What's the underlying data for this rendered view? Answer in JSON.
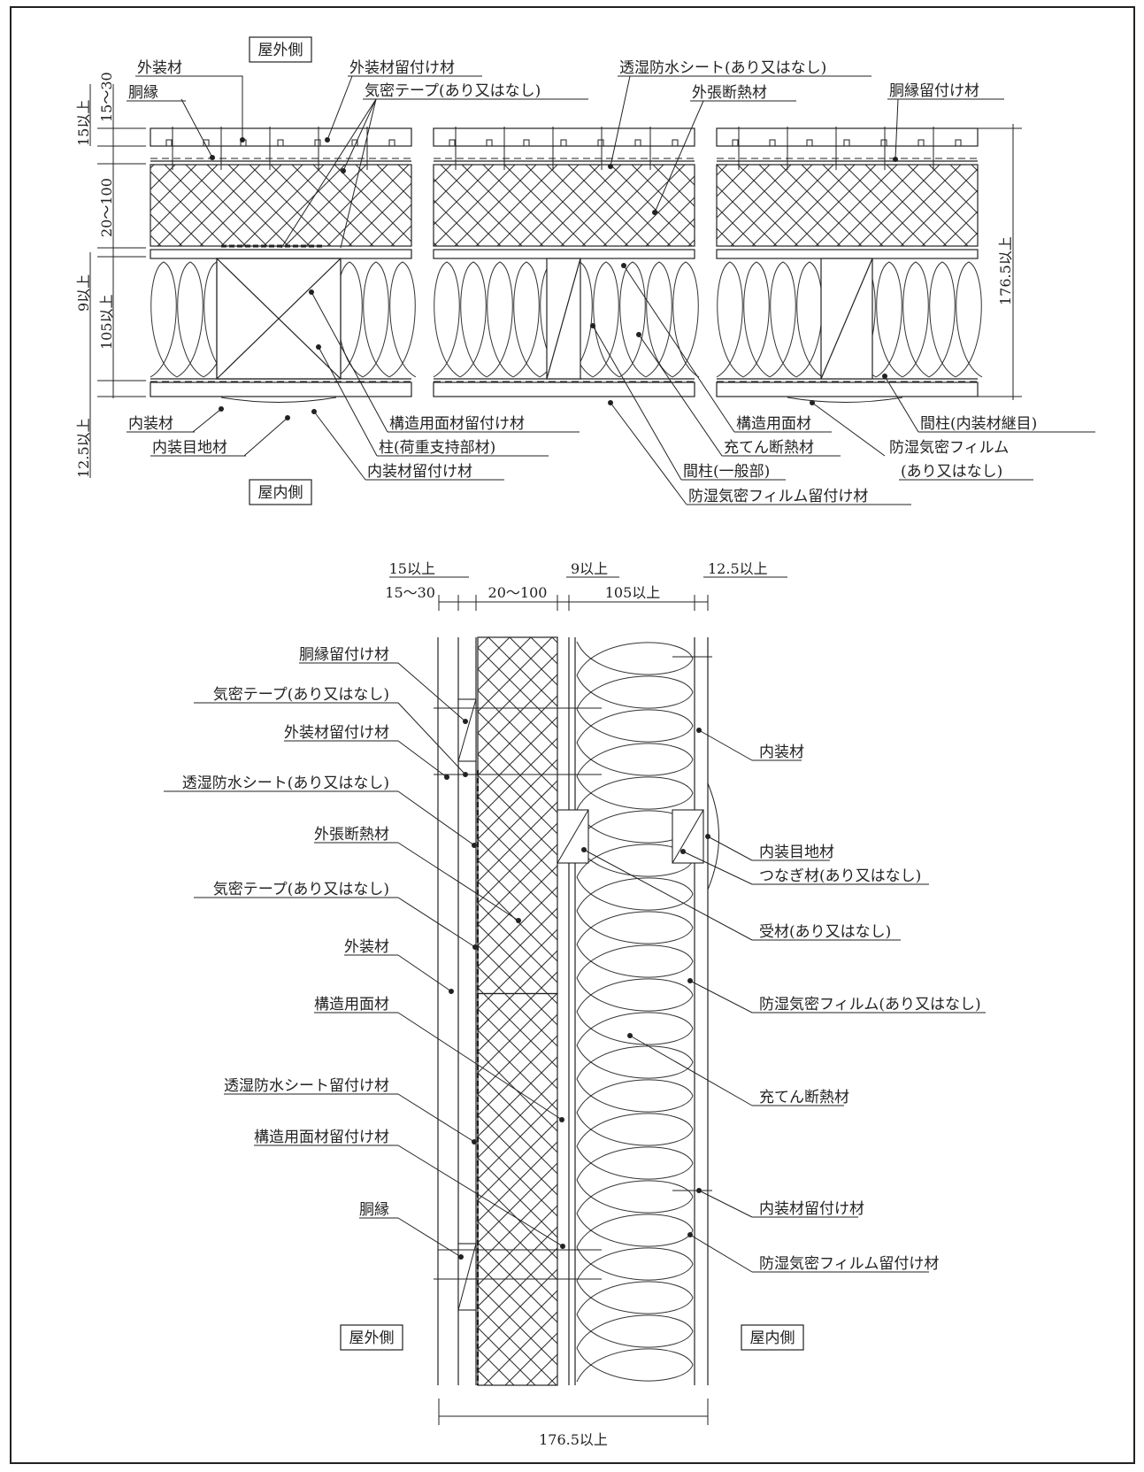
{
  "top": {
    "outdoor": "屋外側",
    "indoor": "屋内側",
    "dims_left": [
      "15以上",
      "15～30",
      "20～100",
      "9以上",
      "105以上",
      "12.5以上"
    ],
    "dim_right": "176.5以上",
    "labels": {
      "exterior": "外装材",
      "furring": "胴縁",
      "ext_fastener": "外装材留付け材",
      "air_tape": "気密テープ(あり又はなし)",
      "wrb": "透湿防水シート(あり又はなし)",
      "ext_insulation": "外張断熱材",
      "furring_fastener": "胴縁留付け材",
      "interior": "内装材",
      "joint": "内装目地材",
      "panel_fastener": "構造用面材留付け材",
      "column": "柱(荷重支持部材)",
      "int_fastener": "内装材留付け材",
      "structural_panel": "構造用面材",
      "cavity_insulation": "充てん断熱材",
      "stud": "間柱(一般部)",
      "vapor_film_fastener": "防湿気密フィルム留付け材",
      "stud_joint": "間柱(内装材継目)",
      "vapor_film_1": "防湿気密フィルム",
      "vapor_film_2": "(あり又はなし)"
    }
  },
  "bottom": {
    "dims_top": [
      "15以上",
      "15～30",
      "20～100",
      "9以上",
      "105以上",
      "12.5以上"
    ],
    "dim_bottom": "176.5以上",
    "outdoor": "屋外側",
    "indoor": "屋内側",
    "left_labels": [
      "胴縁留付け材",
      "気密テープ(あり又はなし)",
      "外装材留付け材",
      "透湿防水シート(あり又はなし)",
      "外張断熱材",
      "気密テープ(あり又はなし)",
      "外装材",
      "構造用面材",
      "透湿防水シート留付け材",
      "構造用面材留付け材",
      "胴縁"
    ],
    "right_labels": [
      "内装材",
      "内装目地材",
      "つなぎ材(あり又はなし)",
      "受材(あり又はなし)",
      "防湿気密フィルム(あり又はなし)",
      "充てん断熱材",
      "内装材留付け材",
      "防湿気密フィルム留付け材"
    ]
  }
}
